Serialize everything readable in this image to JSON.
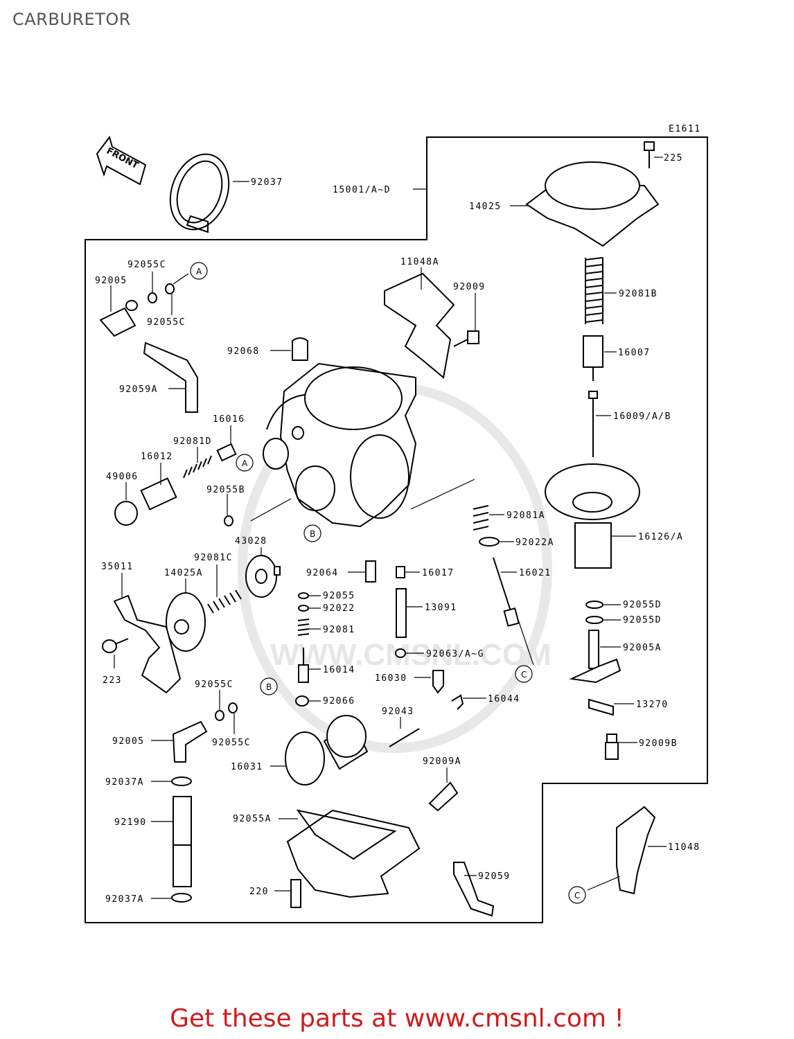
{
  "page": {
    "title": "CARBURETOR",
    "footer": "Get these parts at www.cmsnl.com !"
  },
  "diagram": {
    "code": "E1611",
    "front_label": "FRONT",
    "watermark": "WWW.CMSNL.COM",
    "callouts": {
      "a": "A",
      "b": "B",
      "c": "C"
    },
    "parts": {
      "p92037": "92037",
      "p15001": "15001/A~D",
      "p225": "225",
      "p14025": "14025",
      "p92055c_1": "92055C",
      "p92005_1": "92005",
      "p92055c_2": "92055C",
      "p92059a": "92059A",
      "p11048a": "11048A",
      "p92009": "92009",
      "p92081b": "92081B",
      "p92068": "92068",
      "p16007": "16007",
      "p16016": "16016",
      "p16009": "16009/A/B",
      "p92081d": "92081D",
      "p16012": "16012",
      "p49006": "49006",
      "p92055b": "92055B",
      "p92081a": "92081A",
      "p92022a": "92022A",
      "p16126": "16126/A",
      "p43028": "43028",
      "p35011": "35011",
      "p14025a": "14025A",
      "p92081c": "92081C",
      "p92064": "92064",
      "p16017": "16017",
      "p16021": "16021",
      "p92055": "92055",
      "p92022": "92022",
      "p13091": "13091",
      "p92055d_1": "92055D",
      "p92055d_2": "92055D",
      "p92081": "92081",
      "p92005a": "92005A",
      "p223": "223",
      "p92063": "92063/A~G",
      "p16014": "16014",
      "p16030": "16030",
      "p92055c_3": "92055C",
      "p16044": "16044",
      "p92066": "92066",
      "p13270": "13270",
      "p92043": "92043",
      "p92005_2": "92005",
      "p92055c_4": "92055C",
      "p92009b": "92009B",
      "p16031": "16031",
      "p92009a": "92009A",
      "p92037a_1": "92037A",
      "p92190": "92190",
      "p92055a": "92055A",
      "p11048": "11048",
      "p92059": "92059",
      "p220": "220",
      "p92037a_2": "92037A"
    }
  }
}
